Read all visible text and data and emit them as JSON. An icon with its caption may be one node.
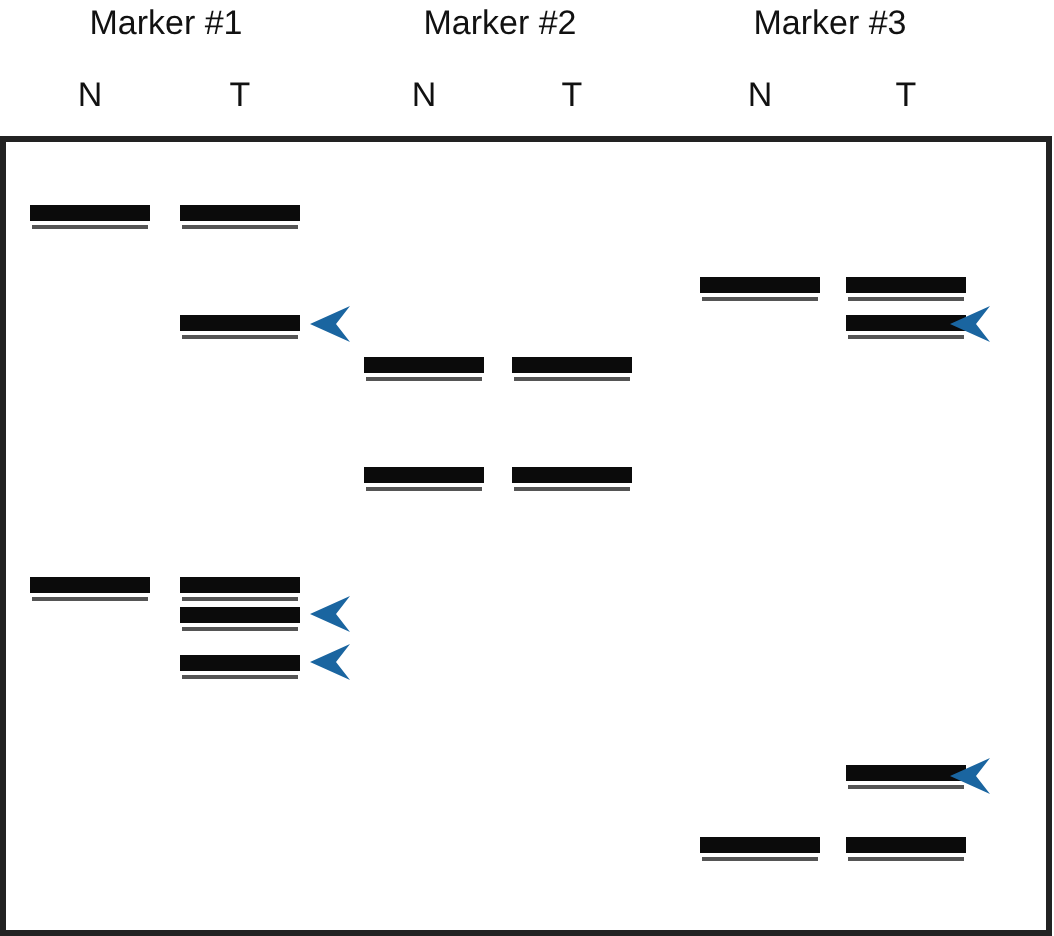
{
  "diagram": {
    "labels": [
      "Marker #1",
      "Marker #2",
      "Marker #3",
      "N",
      "T",
      "N",
      "T",
      "N",
      "T"
    ]
  }
}
